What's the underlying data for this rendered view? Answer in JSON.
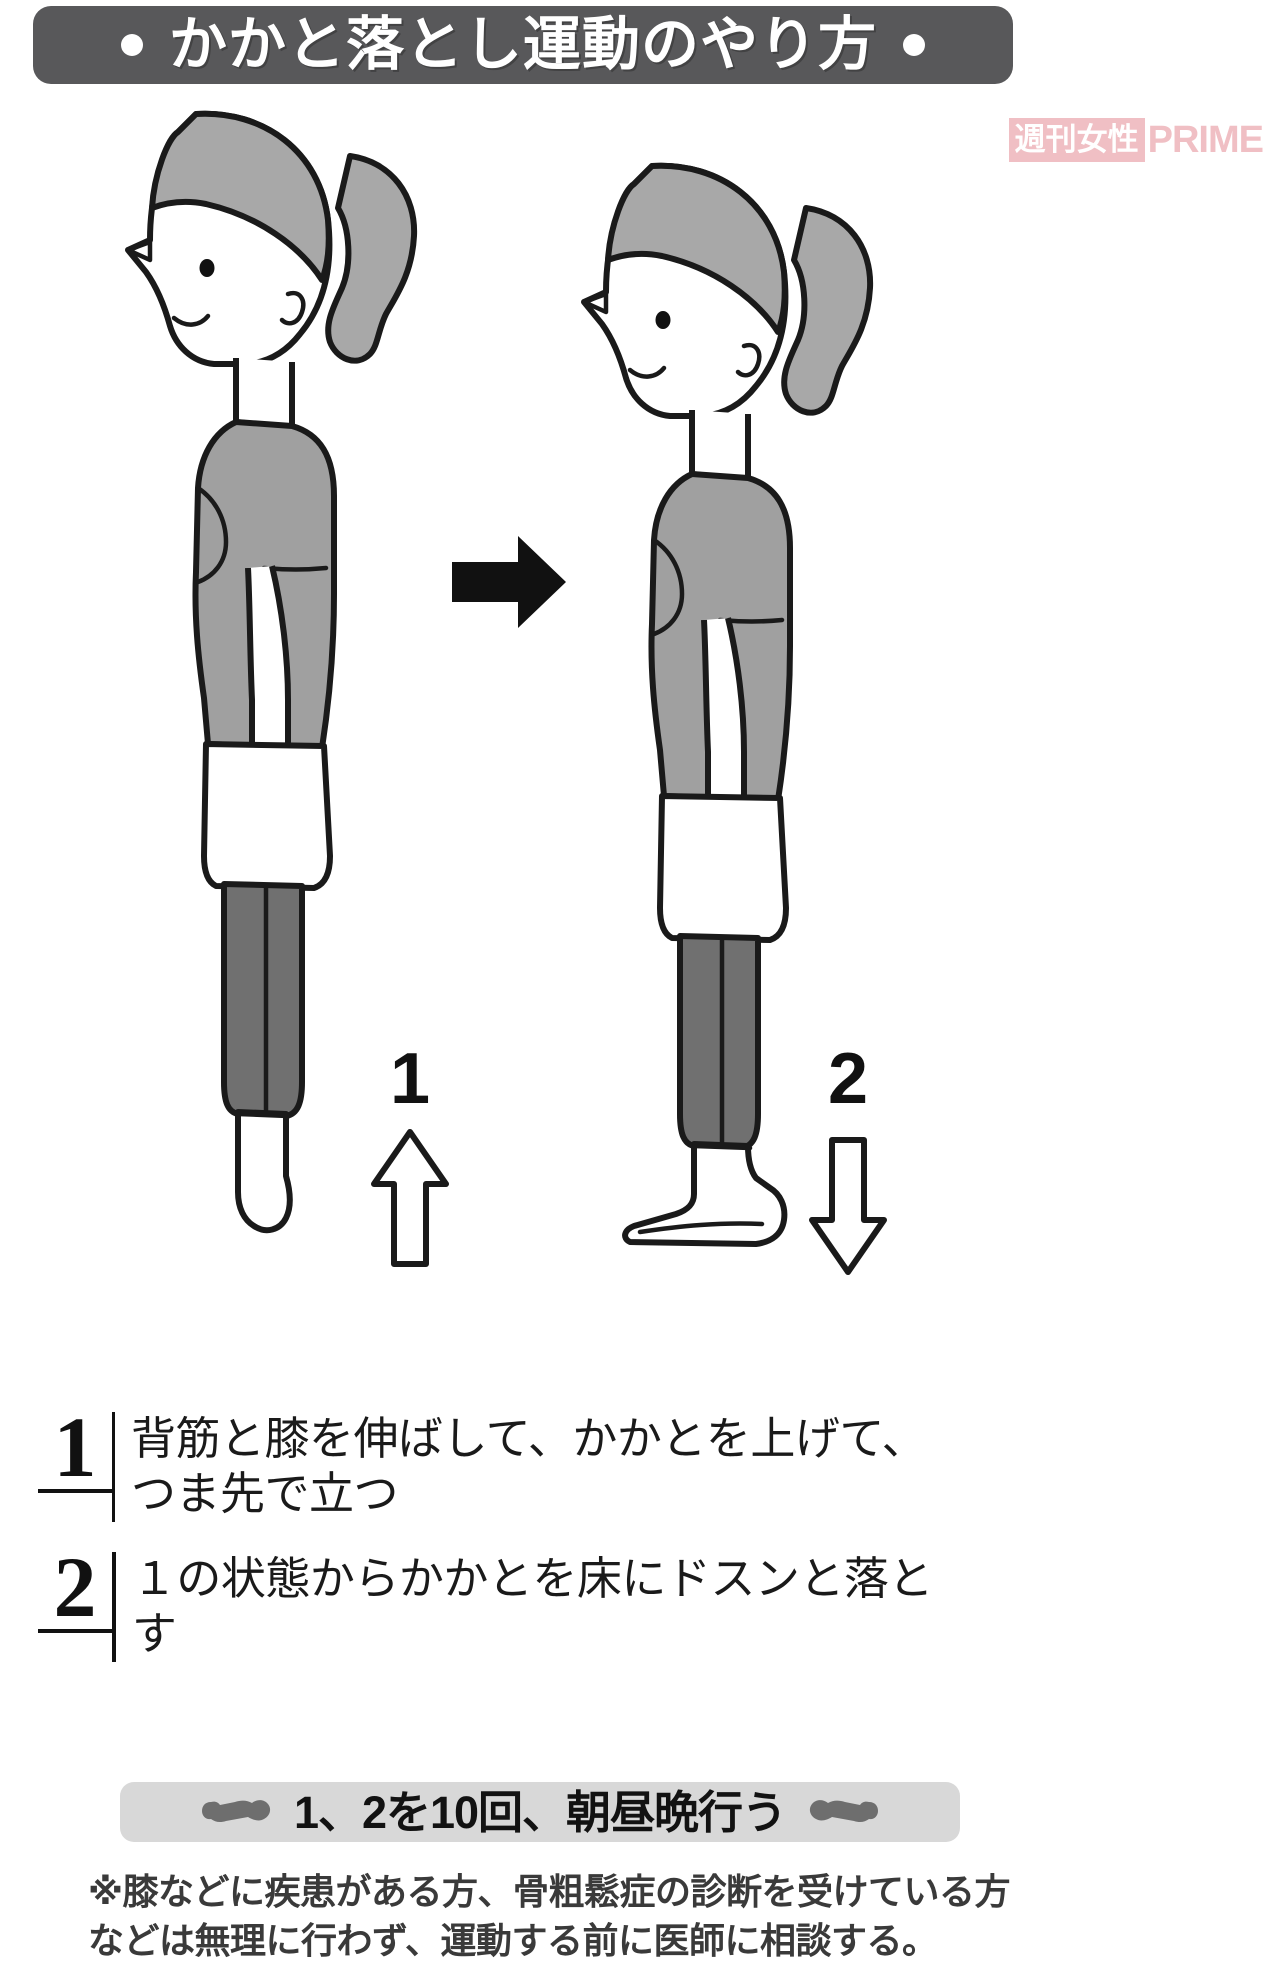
{
  "header": {
    "title": "かかと落とし運動のやり方",
    "left_dot": "dot",
    "right_dot": "dot",
    "bar_color": "#58585a",
    "title_color": "#ffffff"
  },
  "watermark": {
    "box_text": "週刊女性",
    "brand_text": "PRIME",
    "color": "#f0bfc4"
  },
  "illustration": {
    "left_figure": {
      "label": "woman-standing-on-tiptoes",
      "arrow": {
        "direction": "up",
        "number": "1"
      }
    },
    "right_figure": {
      "label": "woman-dropping-heels",
      "arrow": {
        "direction": "down",
        "number": "2"
      }
    },
    "transition_arrow": "right-arrow",
    "skin_color": "#ffffff",
    "hair_color": "#a8a8a8",
    "shirt_color": "#a0a0a0",
    "skirt_color": "#ffffff",
    "leg_color": "#707070",
    "outline_color": "#1a1a1a"
  },
  "steps": [
    {
      "number": "1",
      "text": "背筋と膝を伸ばして、かかとを上げて、つま先で立つ"
    },
    {
      "number": "2",
      "text": "１の状態からかかとを床にドスンと落とす"
    }
  ],
  "banner": {
    "text": "1、2を10回、朝昼晩行う",
    "left_icon": "bone-icon",
    "right_icon": "bone-icon",
    "background": "#d8d8d8"
  },
  "footnote": {
    "line1": "※膝などに疾患がある方、骨粗鬆症の診断を受けている方",
    "line2": "などは無理に行わず、運動する前に医師に相談する。"
  }
}
